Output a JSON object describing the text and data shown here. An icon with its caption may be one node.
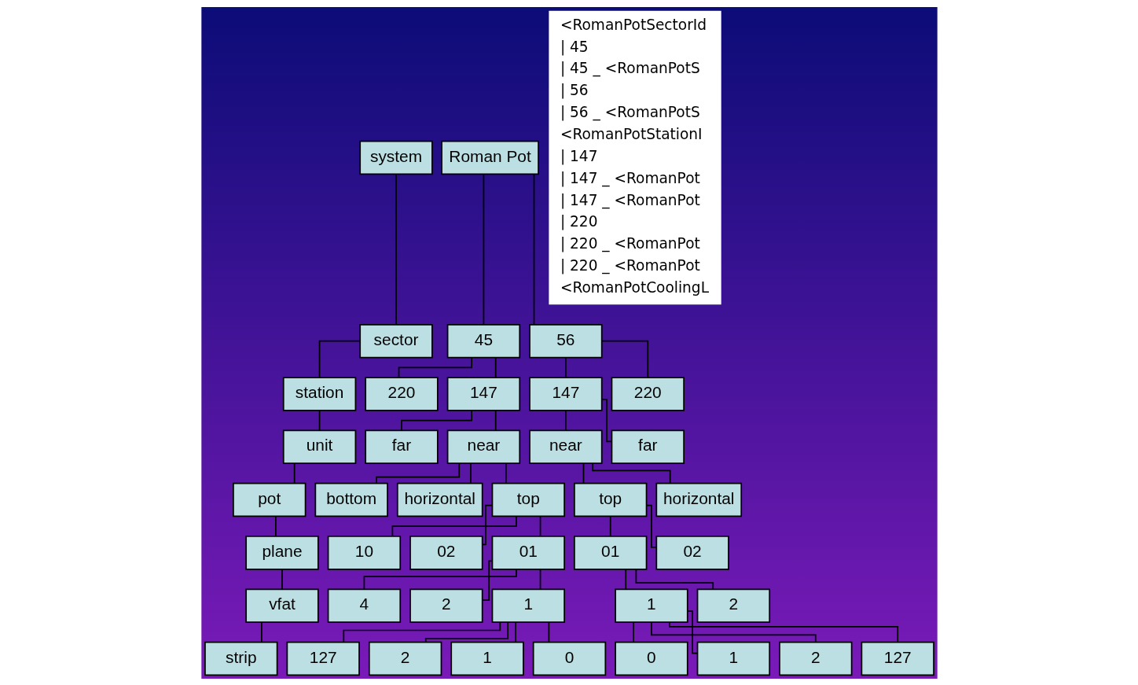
{
  "diagram": {
    "nodes": [
      {
        "text": [
          "system"
        ]
      },
      {
        "text": [
          "sector"
        ]
      },
      {
        "text": [
          "station"
        ]
      },
      {
        "text": [
          "unit"
        ]
      },
      {
        "text": [
          "pot"
        ]
      },
      {
        "text": [
          "plane"
        ]
      },
      {
        "text": [
          "vfat"
        ]
      },
      {
        "text": [
          "strip"
        ]
      },
      {
        "text": [
          "Roman Pot"
        ]
      },
      {
        "text": [
          "45"
        ]
      },
      {
        "text": [
          "56"
        ]
      },
      {
        "text": [
          "220"
        ]
      },
      {
        "text": [
          "147"
        ]
      },
      {
        "text": [
          "147"
        ]
      },
      {
        "text": [
          "220"
        ]
      },
      {
        "text": [
          "far"
        ]
      },
      {
        "text": [
          "near"
        ]
      },
      {
        "text": [
          "near"
        ]
      },
      {
        "text": [
          "far"
        ]
      },
      {
        "text": [
          "bottom"
        ]
      },
      {
        "text": [
          "horizontal"
        ]
      },
      {
        "text": [
          "top"
        ]
      },
      {
        "text": [
          "top"
        ]
      },
      {
        "text": [
          "horizontal"
        ]
      },
      {
        "text": [
          "10"
        ]
      },
      {
        "text": [
          "02"
        ]
      },
      {
        "text": [
          "01"
        ]
      },
      {
        "text": [
          "01"
        ]
      },
      {
        "text": [
          "02"
        ]
      },
      {
        "text": [
          "4"
        ]
      },
      {
        "text": [
          "2"
        ]
      },
      {
        "text": [
          "1"
        ]
      },
      {
        "text": [
          "1"
        ]
      },
      {
        "text": [
          "2"
        ]
      },
      {
        "text": [
          "127"
        ]
      },
      {
        "text": [
          "2"
        ]
      },
      {
        "text": [
          "1"
        ]
      },
      {
        "text": [
          "0"
        ]
      },
      {
        "text": [
          "0"
        ]
      },
      {
        "text": [
          "1"
        ]
      },
      {
        "text": [
          "2"
        ]
      },
      {
        "text": [
          "127"
        ]
      }
    ],
    "edges": [
      {
        "from": 0,
        "to": 1,
        "arrow": "none"
      },
      {
        "from": 1,
        "to": 2,
        "arrow": "none"
      },
      {
        "from": 2,
        "to": 3,
        "arrow": "none"
      },
      {
        "from": 3,
        "to": 4,
        "arrow": "none"
      },
      {
        "from": 4,
        "to": 5,
        "arrow": "none"
      },
      {
        "from": 5,
        "to": 6,
        "arrow": "none"
      },
      {
        "from": 6,
        "to": 7,
        "arrow": "none"
      },
      {
        "from": 8,
        "to": 9,
        "arrow": "none"
      },
      {
        "from": 8,
        "to": 10,
        "arrow": "none"
      },
      {
        "from": 9,
        "to": 11,
        "arrow": "none"
      },
      {
        "from": 9,
        "to": 12,
        "arrow": "none"
      },
      {
        "from": 10,
        "to": 13,
        "arrow": "none"
      },
      {
        "from": 10,
        "to": 14,
        "arrow": "none"
      },
      {
        "from": 12,
        "to": 15,
        "arrow": "none"
      },
      {
        "from": 12,
        "to": 16,
        "arrow": "none"
      },
      {
        "from": 13,
        "to": 17,
        "arrow": "none"
      },
      {
        "from": 13,
        "to": 18,
        "arrow": "none"
      },
      {
        "from": 16,
        "to": 19,
        "arrow": "none"
      },
      {
        "from": 16,
        "to": 20,
        "arrow": "none"
      },
      {
        "from": 16,
        "to": 21,
        "arrow": "none"
      },
      {
        "from": 17,
        "to": 22,
        "arrow": "none"
      },
      {
        "from": 17,
        "to": 23,
        "arrow": "none"
      },
      {
        "from": 21,
        "to": 24,
        "arrow": "none"
      },
      {
        "from": 21,
        "to": 25,
        "arrow": "none"
      },
      {
        "from": 21,
        "to": 26,
        "arrow": "none"
      },
      {
        "from": 22,
        "to": 27,
        "arrow": "none"
      },
      {
        "from": 22,
        "to": 28,
        "arrow": "none"
      },
      {
        "from": 26,
        "to": 29,
        "arrow": "none"
      },
      {
        "from": 26,
        "to": 30,
        "arrow": "none"
      },
      {
        "from": 26,
        "to": 31,
        "arrow": "none"
      },
      {
        "from": 27,
        "to": 32,
        "arrow": "none"
      },
      {
        "from": 27,
        "to": 33,
        "arrow": "none"
      },
      {
        "from": 31,
        "to": 34,
        "arrow": "none"
      },
      {
        "from": 31,
        "to": 35,
        "arrow": "none"
      },
      {
        "from": 31,
        "to": 36,
        "arrow": "none"
      },
      {
        "from": 31,
        "to": 37,
        "arrow": "none"
      },
      {
        "from": 32,
        "to": 38,
        "arrow": "none"
      },
      {
        "from": 32,
        "to": 39,
        "arrow": "none"
      },
      {
        "from": 32,
        "to": 40,
        "arrow": "none"
      },
      {
        "from": 32,
        "to": 41,
        "arrow": "none"
      }
    ],
    "labels": [
      "<RomanPotSectorId",
      "| 45",
      "| 45 _ <RomanPotS",
      "| 56",
      "| 56 _ <RomanPotS",
      "<RomanPotStationI",
      "| 147",
      "| 147 _ <RomanPot",
      "| 147 _ <RomanPot",
      "| 220",
      "| 220 _ <RomanPot",
      "| 220 _ <RomanPot",
      "<RomanPotCoolingL"
    ]
  }
}
